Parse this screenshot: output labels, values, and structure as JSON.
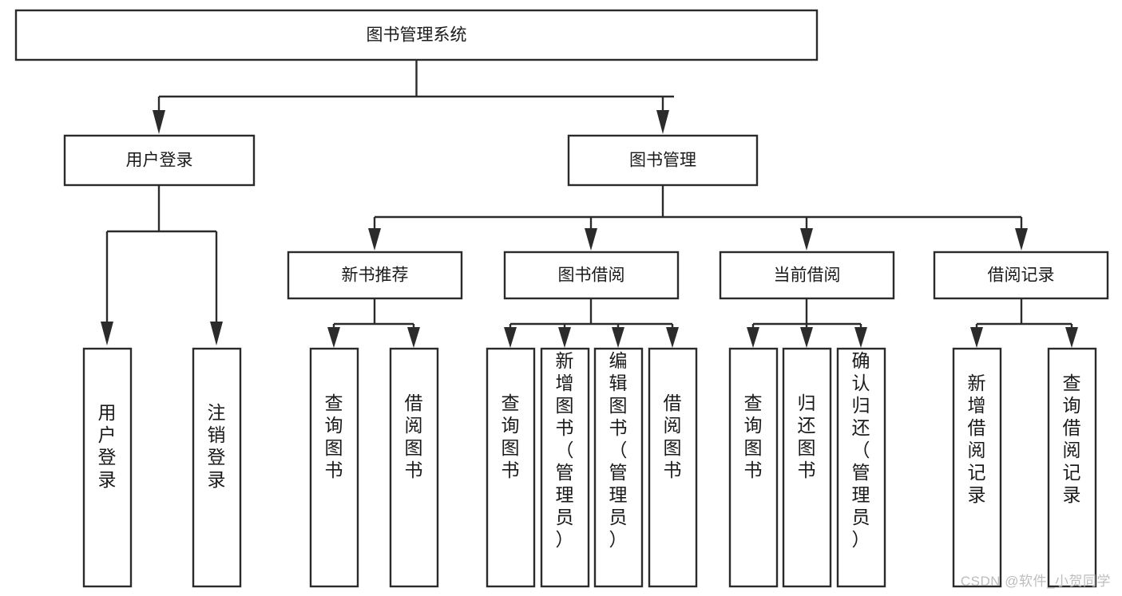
{
  "diagram": {
    "title": "图书管理系统",
    "type": "tree",
    "watermark": "CSDN @软件_小贺同学",
    "colors": {
      "stroke": "#2b2b2b",
      "fill": "#ffffff",
      "text": "#1a1a1a",
      "watermark": "#bdbdbd",
      "background": "#ffffff"
    },
    "root": {
      "label": "图书管理系统"
    },
    "level2": [
      {
        "label": "用户登录"
      },
      {
        "label": "图书管理"
      }
    ],
    "level3": [
      {
        "label": "新书推荐"
      },
      {
        "label": "图书借阅"
      },
      {
        "label": "当前借阅"
      },
      {
        "label": "借阅记录"
      }
    ],
    "leaves": {
      "user_login": [
        {
          "label": "用户登录"
        },
        {
          "label": "注销登录"
        }
      ],
      "new_book_recommend": [
        {
          "label": "查询图书"
        },
        {
          "label": "借阅图书"
        }
      ],
      "book_borrow": [
        {
          "label": "查询图书"
        },
        {
          "label": "新增图书（管理员）"
        },
        {
          "label": "编辑图书（管理员）"
        },
        {
          "label": "借阅图书"
        }
      ],
      "current_borrow": [
        {
          "label": "查询图书"
        },
        {
          "label": "归还图书"
        },
        {
          "label": "确认归还（管理员）"
        }
      ],
      "borrow_record": [
        {
          "label": "新增借阅记录"
        },
        {
          "label": "查询借阅记录"
        }
      ]
    }
  }
}
